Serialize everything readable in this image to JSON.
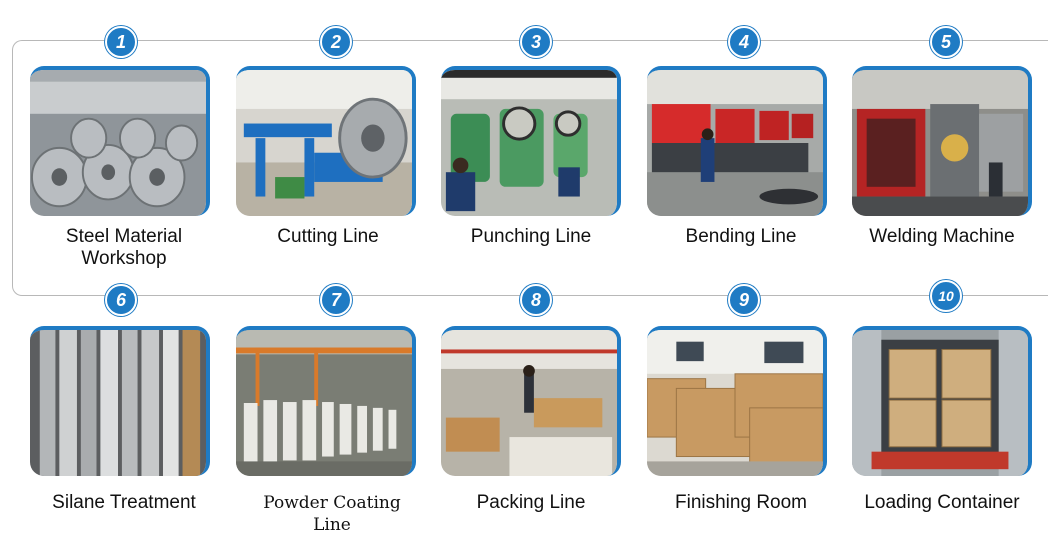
{
  "colors": {
    "accent": "#1f7bc4",
    "frame": "#b8b8b8",
    "text": "#111111"
  },
  "steps": [
    {
      "number": "1",
      "caption_line1": "Steel Material",
      "caption_line2": "Workshop",
      "icon": "steel-coils-photo"
    },
    {
      "number": "2",
      "caption_line1": "Cutting Line",
      "caption_line2": "",
      "icon": "cutting-line-photo"
    },
    {
      "number": "3",
      "caption_line1": "Punching Line",
      "caption_line2": "",
      "icon": "punching-line-photo"
    },
    {
      "number": "4",
      "caption_line1": "Bending Line",
      "caption_line2": "",
      "icon": "bending-line-photo"
    },
    {
      "number": "5",
      "caption_line1": "Welding Machine",
      "caption_line2": "",
      "icon": "welding-machine-photo"
    },
    {
      "number": "6",
      "caption_line1": "Silane Treatment",
      "caption_line2": "",
      "icon": "silane-treatment-photo"
    },
    {
      "number": "7",
      "caption_line1": "Powder Coating",
      "caption_line2": "Line",
      "icon": "powder-coating-photo"
    },
    {
      "number": "8",
      "caption_line1": "Packing Line",
      "caption_line2": "",
      "icon": "packing-line-photo"
    },
    {
      "number": "9",
      "caption_line1": "Finishing Room",
      "caption_line2": "",
      "icon": "finishing-room-photo"
    },
    {
      "number": "10",
      "caption_line1": "Loading Container",
      "caption_line2": "",
      "icon": "loading-container-photo"
    }
  ]
}
